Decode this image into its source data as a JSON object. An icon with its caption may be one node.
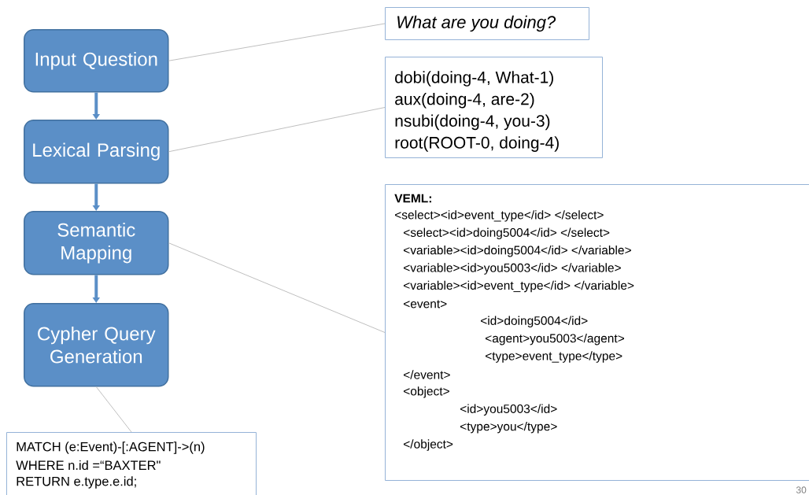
{
  "diagram": {
    "nodes": [
      {
        "text": [
          "Input Question"
        ]
      },
      {
        "text": [
          "Lexical Parsing"
        ]
      },
      {
        "text": [
          "Semantic Mapping"
        ]
      },
      {
        "text": [
          "Cypher Query Generation"
        ]
      },
      {
        "text": [
          "*What are you doing?*"
        ]
      },
      {
        "text": [
          "dobi(doing-4, What-1)",
          "aux(doing-4, are-2)",
          "nsubi(doing-4, you-3)",
          "root(ROOT-0, doing-4)"
        ]
      },
      {
        "text": [
          "**VEML:**",
          "<select><id>event_type</id> </select>",
          "<select><id>doing5004</id> </select>",
          "<variable><id>doing5004</id> </variable>",
          "<variable><id>you5003</id> </variable>",
          "<variable><id>event_type</id> </variable>",
          "<event>",
          "<id>doing5004</id>",
          "<agent>you5003</agent>",
          "<type>event_type</type>",
          "</event>",
          "<object>",
          "<id>you5003</id>",
          "<type>you</type>",
          "</object>"
        ]
      },
      {
        "text": [
          "MATCH (e:Event)-[:AGENT]->(n)",
          "WHERE n.id =“BAXTER\"",
          "RETURN e.type.e.id;"
        ]
      }
    ],
    "edges": [
      {
        "from": 0,
        "to": 1,
        "arrow": "to",
        "style": "thick",
        "color": "#5b8fc7"
      },
      {
        "from": 1,
        "to": 2,
        "arrow": "to",
        "style": "thick",
        "color": "#5b8fc7"
      },
      {
        "from": 2,
        "to": 3,
        "arrow": "to",
        "style": "thick",
        "color": "#5b8fc7"
      },
      {
        "from": 0,
        "to": 4,
        "arrow": "none"
      },
      {
        "from": 1,
        "to": 5,
        "arrow": "none"
      },
      {
        "from": 2,
        "to": 6,
        "arrow": "none"
      },
      {
        "from": 3,
        "to": 7,
        "arrow": "none"
      }
    ],
    "labels": [
      "30"
    ]
  }
}
